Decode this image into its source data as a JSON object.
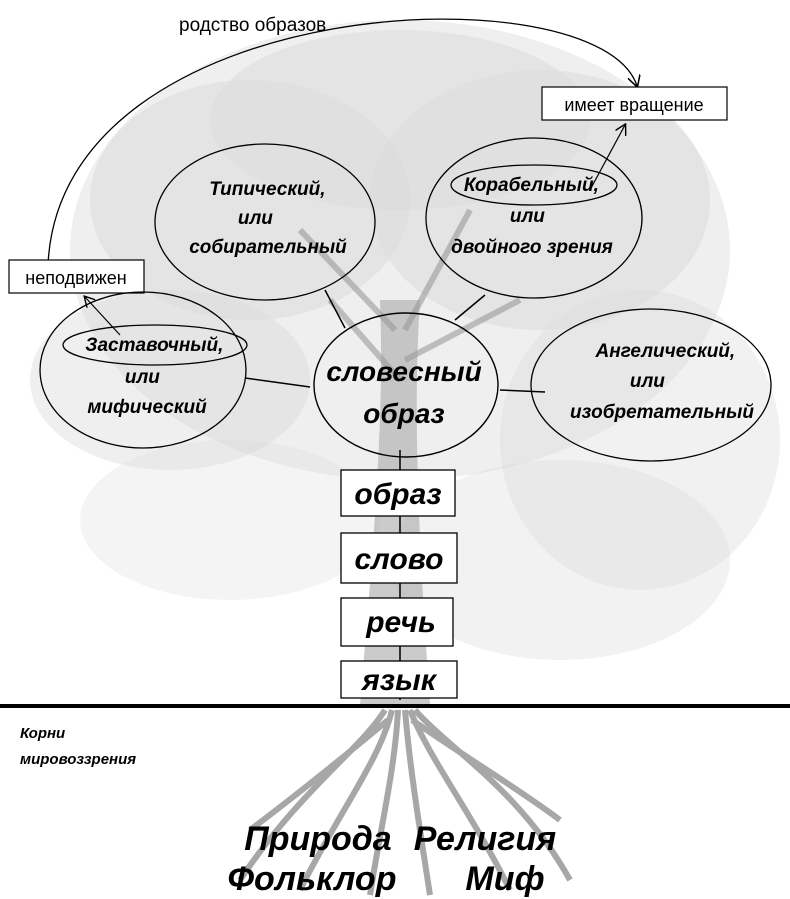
{
  "colors": {
    "background": "#ffffff",
    "tree": "#bdbdbd",
    "roots": "#8a8a8a",
    "ink": "#000000"
  },
  "top_arrow_label": "родство образов",
  "rotating_label": "имеет вращение",
  "immobile_label": "неподвижен",
  "center": {
    "line1": "словесный",
    "line2": "образ"
  },
  "types": {
    "typical": {
      "line1": "Типический,",
      "line2": "или",
      "line3": "собирательный"
    },
    "ship": {
      "line1": "Корабельный,",
      "line2": "или",
      "line3": "двойного зрения"
    },
    "screensaver": {
      "line1": "Заставочный,",
      "line2": "или",
      "line3": "мифический"
    },
    "angelic": {
      "line1": "Ангелический,",
      "line2": "или",
      "line3": "изобретательный"
    }
  },
  "trunk_boxes": [
    "образ",
    "слово",
    "речь",
    "язык"
  ],
  "roots_label": {
    "line1": "Корни",
    "line2": "мировоззрения"
  },
  "sources": {
    "row1_left": "Природа",
    "row1_right": "Религия",
    "row2_left": "Фольклор",
    "row2_right": "Миф"
  }
}
